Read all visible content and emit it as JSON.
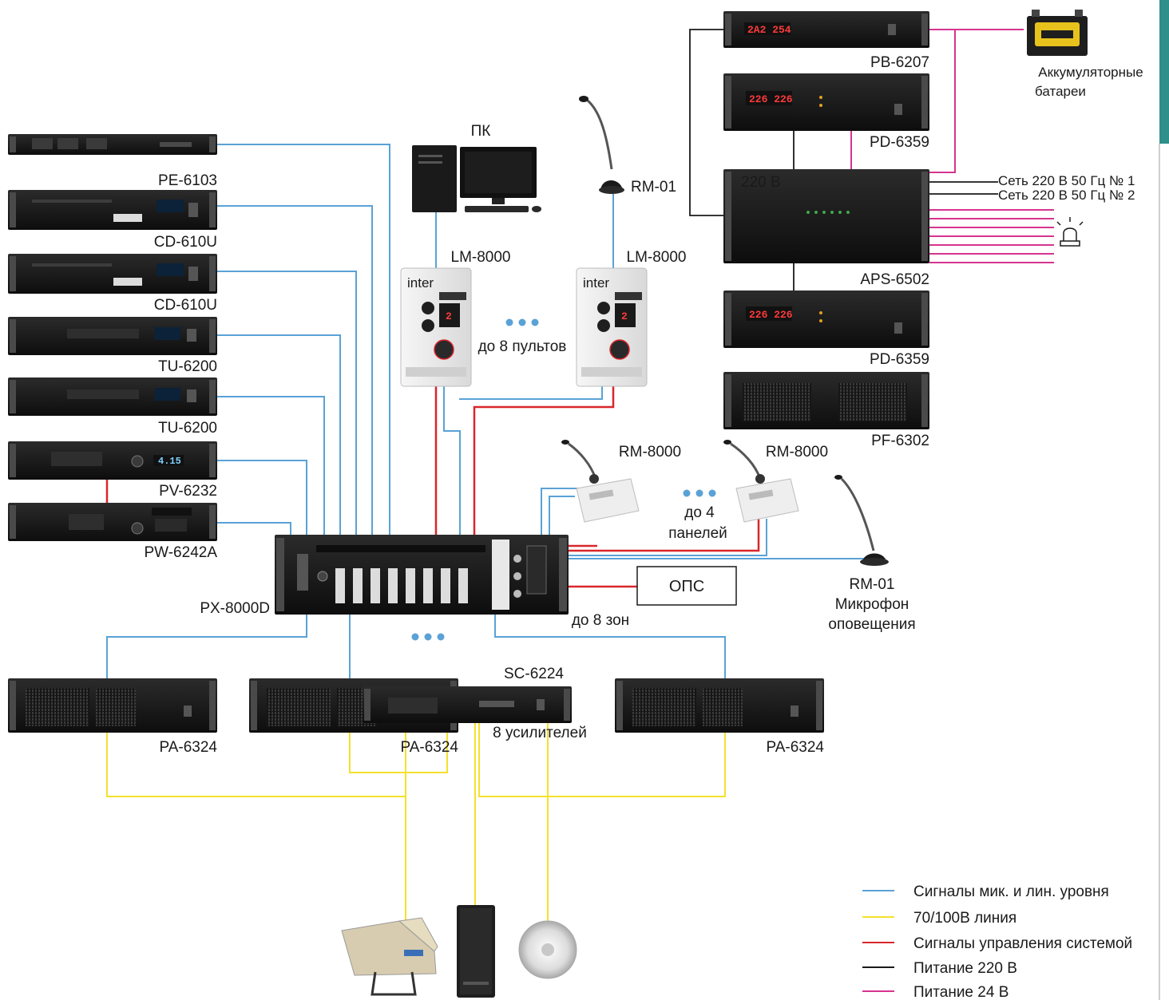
{
  "colors": {
    "signal": "#5aa2d6",
    "line_100v": "#f4e12c",
    "control": "#d9262c",
    "power220": "#1a1a1a",
    "power24": "#d6348f"
  },
  "devices": {
    "pe6103": "PE-6103",
    "cd610u_1": "CD-610U",
    "cd610u_2": "CD-610U",
    "tu6200_1": "TU-6200",
    "tu6200_2": "TU-6200",
    "pv6232": "PV-6232",
    "pw6242a": "PW-6242A",
    "px8000d": "PX-8000D",
    "pc": "ПК",
    "lm8000_1": "LM-8000",
    "lm8000_2": "LM-8000",
    "lm_count": "до 8 пультов",
    "rm01_top": "RM-01",
    "rm8000_1": "RM-8000",
    "rm8000_2": "RM-8000",
    "rm_count_1": "до 4",
    "rm_count_2": "панелей",
    "ops": "ОПС",
    "zones": "до 8 зон",
    "rm01_bottom_1": "RM-01",
    "rm01_bottom_2": "Микрофон",
    "rm01_bottom_3": "оповещения",
    "pb6207": "PB-6207",
    "battery_1": "Аккумуляторные",
    "battery_2": "батареи",
    "pd6359_1": "PD-6359",
    "aps6502": "APS-6502",
    "aps_volt": "220 В",
    "mains_1": "Сеть 220 В 50 Гц № 1",
    "mains_2": "Сеть 220 В 50 Гц № 2",
    "pd6359_2": "PD-6359",
    "pf6302": "PF-6302",
    "pa6324_1": "PA-6324",
    "pa6324_2": "PA-6324",
    "pa6324_3": "PA-6324",
    "amps_count": "8 усилителей",
    "sc6224": "SC-6224"
  },
  "icons": {
    "alarm": "alarm-light-icon",
    "dots": "ellipsis-icon"
  },
  "legend": [
    {
      "label": "Сигналы мик. и лин. уровня",
      "color": "#5aa2d6"
    },
    {
      "label": "70/100В линия",
      "color": "#f4e12c"
    },
    {
      "label": "Сигналы управления системой",
      "color": "#d9262c"
    },
    {
      "label": "Питание 220 В",
      "color": "#1a1a1a"
    },
    {
      "label": "Питание 24 В",
      "color": "#d6348f"
    }
  ]
}
